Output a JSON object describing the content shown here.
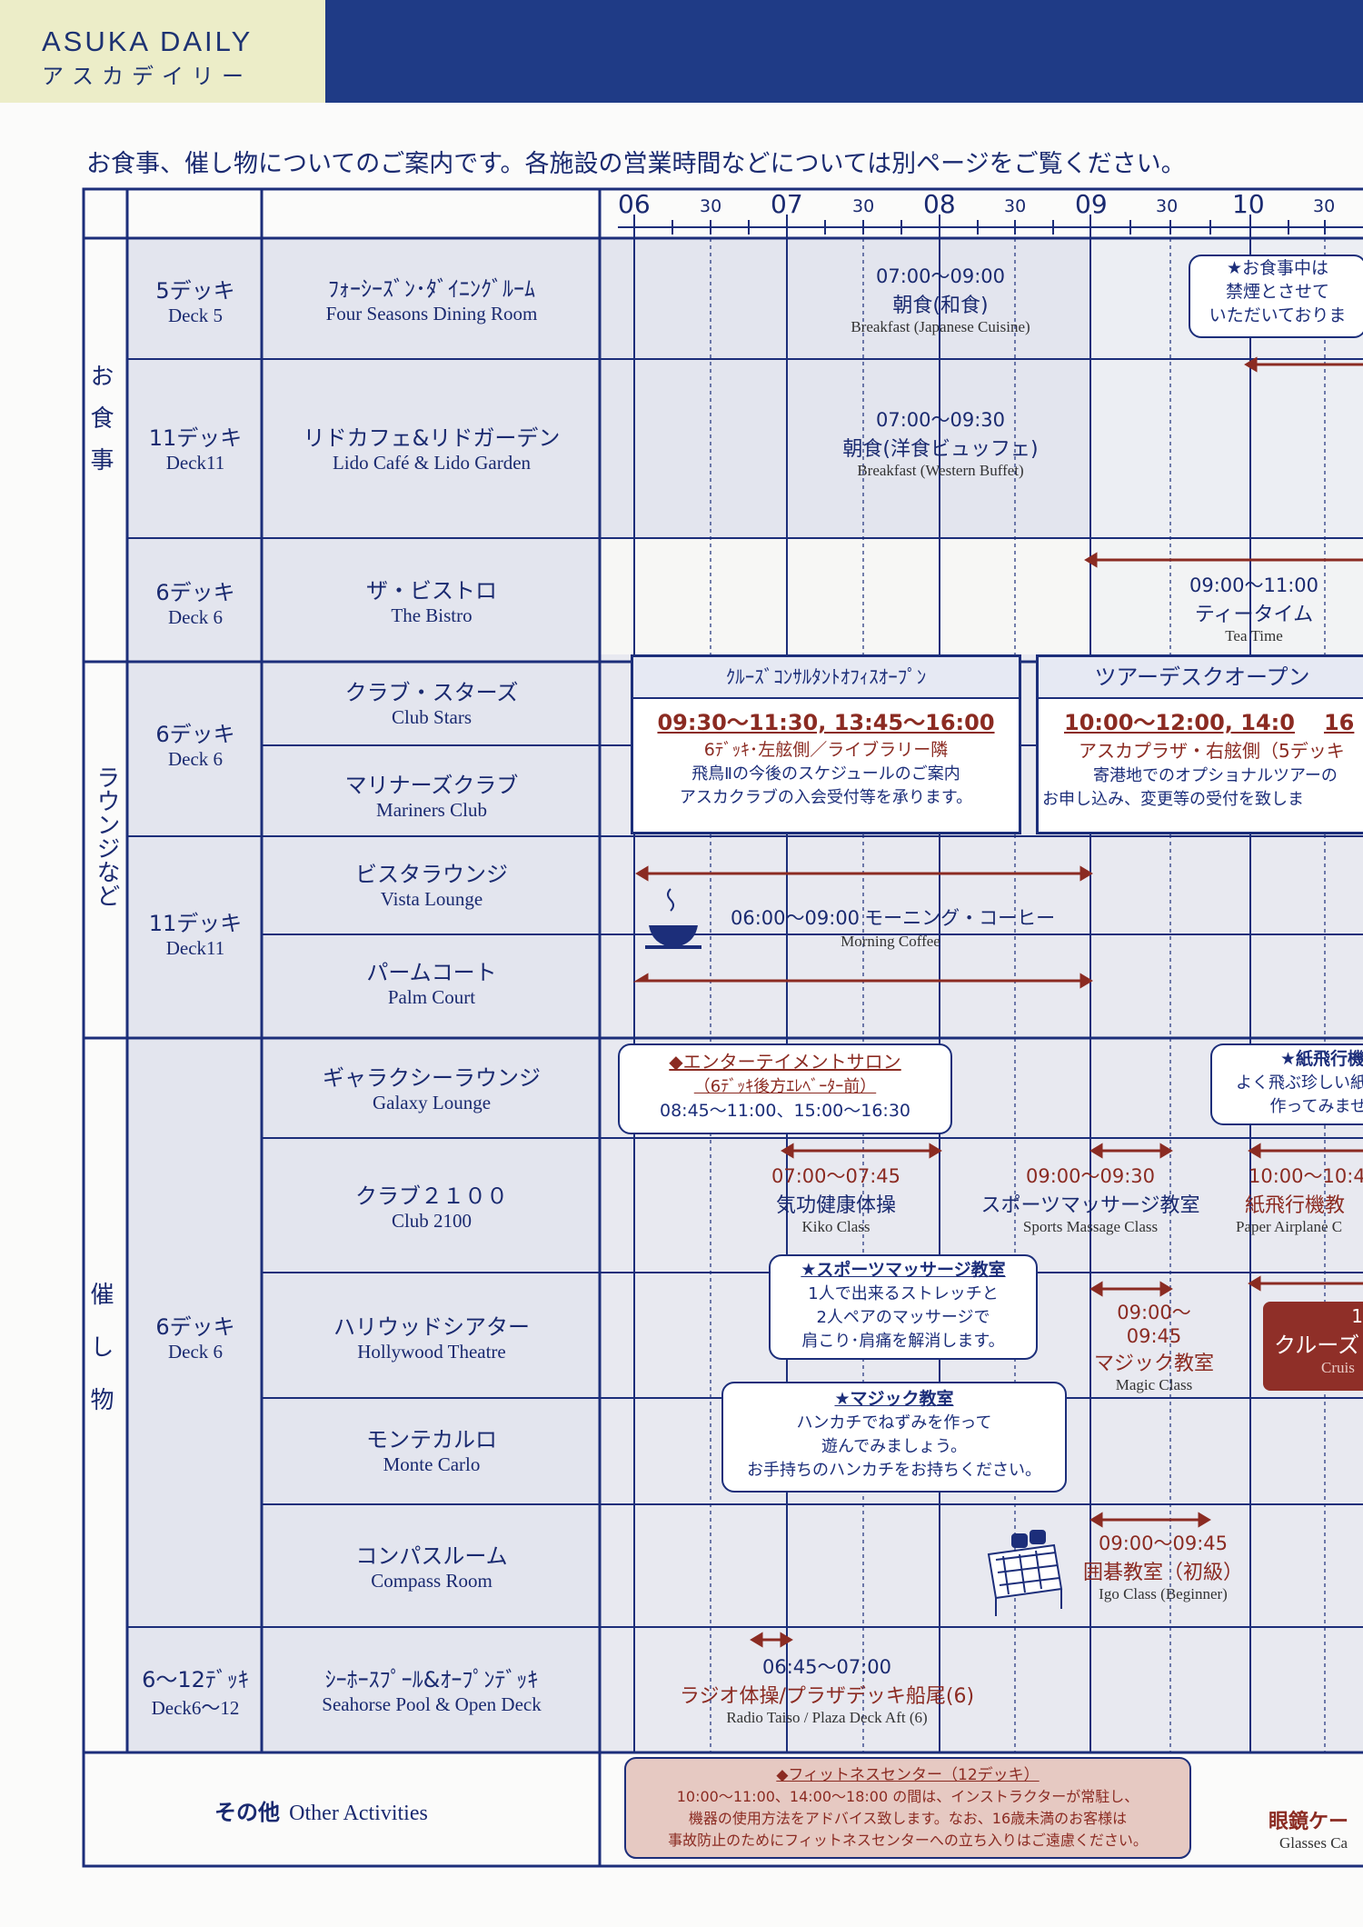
{
  "header": {
    "brand": "ASUKA DAILY",
    "brand_kana": "アスカデイリー"
  },
  "intro": "お食事、催し物についてのご案内です。各施設の営業時間などについては別ページをご覧ください。",
  "timeline": {
    "hours": [
      "06",
      "07",
      "08",
      "09",
      "10"
    ],
    "half": "30"
  },
  "categories": {
    "dining": "お食事",
    "lounge": "ラウンジなど",
    "events": "催し物"
  },
  "decks": {
    "d5": {
      "jp": "5デッキ",
      "en": "Deck 5"
    },
    "d11": {
      "jp": "11デッキ",
      "en": "Deck11"
    },
    "d6": {
      "jp": "6デッキ",
      "en": "Deck 6"
    },
    "d612": {
      "jp": "6〜12ﾃﾞｯｷ",
      "en": "Deck6〜12"
    }
  },
  "venues": [
    {
      "jp": "ﾌｫｰｼｰｽﾞﾝ･ﾀﾞｲﾆﾝｸﾞﾙｰﾑ",
      "en": "Four Seasons Dining Room"
    },
    {
      "jp": "リドカフェ&リドガーデン",
      "en": "Lido Café & Lido Garden"
    },
    {
      "jp": "ザ・ビストロ",
      "en": "The Bistro"
    },
    {
      "jp": "クラブ・スターズ",
      "en": "Club Stars"
    },
    {
      "jp": "マリナーズクラブ",
      "en": "Mariners Club"
    },
    {
      "jp": "ビスタラウンジ",
      "en": "Vista Lounge"
    },
    {
      "jp": "パームコート",
      "en": "Palm Court"
    },
    {
      "jp": "ギャラクシーラウンジ",
      "en": "Galaxy Lounge"
    },
    {
      "jp": "クラブ２１００",
      "en": "Club 2100"
    },
    {
      "jp": "ハリウッドシアター",
      "en": "Hollywood Theatre"
    },
    {
      "jp": "モンテカルロ",
      "en": "Monte Carlo"
    },
    {
      "jp": "コンパスルーム",
      "en": "Compass Room"
    },
    {
      "jp": "ｼｰﾎｰｽﾌﾟｰﾙ&ｵｰﾌﾟﾝﾃﾞｯｷ",
      "en": "Seahorse Pool & Open Deck"
    }
  ],
  "other": {
    "jp": "その他",
    "en": "Other Activities"
  },
  "events": {
    "breakfast_jp": {
      "time": "07:00〜09:00",
      "jp": "朝食(和食)",
      "en": "Breakfast (Japanese Cuisine)"
    },
    "smoking_note": {
      "lines": [
        "★お食事中は",
        "禁煙とさせて",
        "いただいておりま"
      ]
    },
    "breakfast_west": {
      "time": "07:00〜09:30",
      "jp": "朝食(洋食ビュッフェ)",
      "en": "Breakfast (Western Buffet)"
    },
    "tea": {
      "time": "09:00〜11:00",
      "jp": "ティータイム",
      "en": "Tea Time"
    },
    "consult": {
      "title": "ｸﾙｰｽﾞｺﾝｻﾙﾀﾝﾄｵﾌｨｽｵｰﾌﾟﾝ",
      "time": "09:30〜11:30, 13:45〜16:00",
      "loc": "6ﾃﾞｯｷ･左舷側／ライブラリー隣",
      "l1": "飛鳥Ⅱの今後のスケジュールのご案内",
      "l2": "アスカクラブの入会受付等を承ります。"
    },
    "tour": {
      "title": "ツアーデスクオープン",
      "time": "10:00〜12:00, 14:0",
      "time_tail": "16",
      "loc": "アスカプラザ・右舷側（5デッキ",
      "l1": "寄港地でのオプショナルツアーの",
      "l2": "お申し込み、変更等の受付を致しま"
    },
    "coffee": {
      "time": "06:00〜09:00",
      "jp": "モーニング・コーヒー",
      "en": "Morning  Coffee"
    },
    "salon": {
      "title": "◆エンターテイメントサロン",
      "loc": "（6ﾃﾞｯｷ後方ｴﾚﾍﾞｰﾀｰ前）",
      "time": "08:45〜11:00、15:00〜16:30"
    },
    "paper_note": {
      "l1": "★紙飛行機",
      "l2": "よく飛ぶ珍しい紙",
      "l3": "作ってみませ"
    },
    "kiko": {
      "time": "07:00〜07:45",
      "jp": "気功健康体操",
      "en": "Kiko Class"
    },
    "massage": {
      "time": "09:00〜09:30",
      "jp": "スポーツマッサージ教室",
      "en": "Sports Massage Class"
    },
    "paper": {
      "time": "10:00〜10:4",
      "jp": "紙飛行機教",
      "en": "Paper Airplane C"
    },
    "massage_note": {
      "title": "★スポーツマッサージ教室",
      "l1": "1人で出来るストレッチと",
      "l2": "2人ペアのマッサージで",
      "l3": "肩こり･肩痛を解消します。"
    },
    "magic": {
      "time": "09:00〜09:45",
      "jp": "マジック教室",
      "en": "Magic Class"
    },
    "cruise": {
      "num": "1",
      "jp": "クルーズ",
      "en": "Cruis"
    },
    "magic_note": {
      "title": "★マジック教室",
      "l1": "ハンカチでねずみを作って",
      "l2": "遊んでみましょう。",
      "l3": "お手持ちのハンカチをお持ちください。"
    },
    "igo": {
      "time": "09:00〜09:45",
      "jp": "囲碁教室（初級）",
      "en": "Igo Class (Beginner)"
    },
    "radio": {
      "time": "06:45〜07:00",
      "jp": "ラジオ体操/プラザデッキ船尾(6)",
      "en": "Radio Taiso / Plaza Deck Aft (6)"
    },
    "fitness": {
      "title": "◆フィットネスセンター（12デッキ）",
      "l1": "10:00〜11:00、14:00〜18:00 の間は、インストラクターが常駐し、",
      "l2": "機器の使用方法をアドバイス致します。なお、16歳未満のお客様は",
      "l3": "事故防止のためにフィットネスセンターへの立ち入りはご遠慮ください。"
    },
    "glasses": {
      "jp": "眼鏡ケー",
      "en": "Glasses Ca"
    }
  },
  "colors": {
    "navy": "#1c2e7a",
    "maroon": "#8b2b22",
    "shade": "#e4e6ef",
    "logo_bg": "#ecedc8"
  }
}
